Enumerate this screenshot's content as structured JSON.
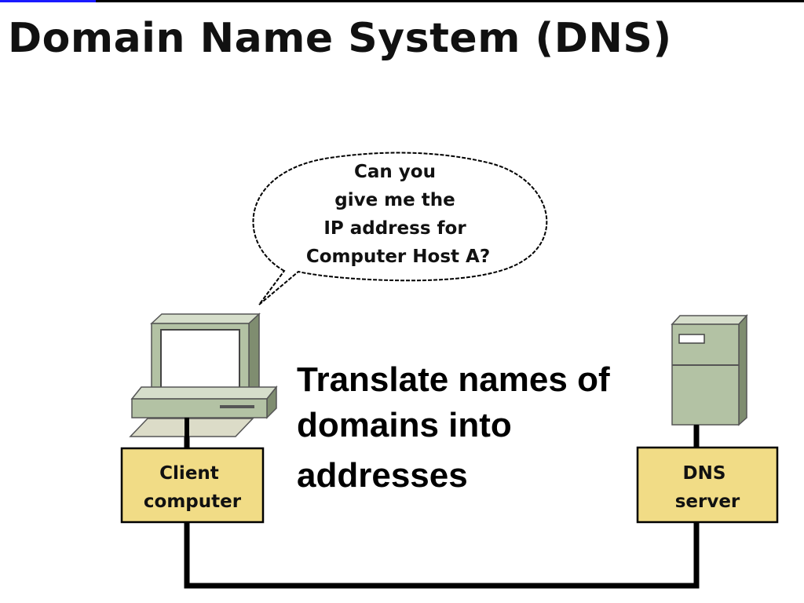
{
  "slide": {
    "title": "Domain Name System (DNS)",
    "caption_lines": [
      "Translate names of",
      "domains into",
      "addresses"
    ]
  },
  "diagram": {
    "speech_bubble_lines": [
      "Can you",
      "give me the",
      "IP address for",
      "Computer Host A?"
    ],
    "client_label_lines": [
      "Client",
      "computer"
    ],
    "server_label_lines": [
      "DNS",
      "server"
    ]
  },
  "colors": {
    "label_fill": "#f1dc86",
    "device_fill": "#b3c2a4",
    "accent_rule": "#1a1aff"
  }
}
